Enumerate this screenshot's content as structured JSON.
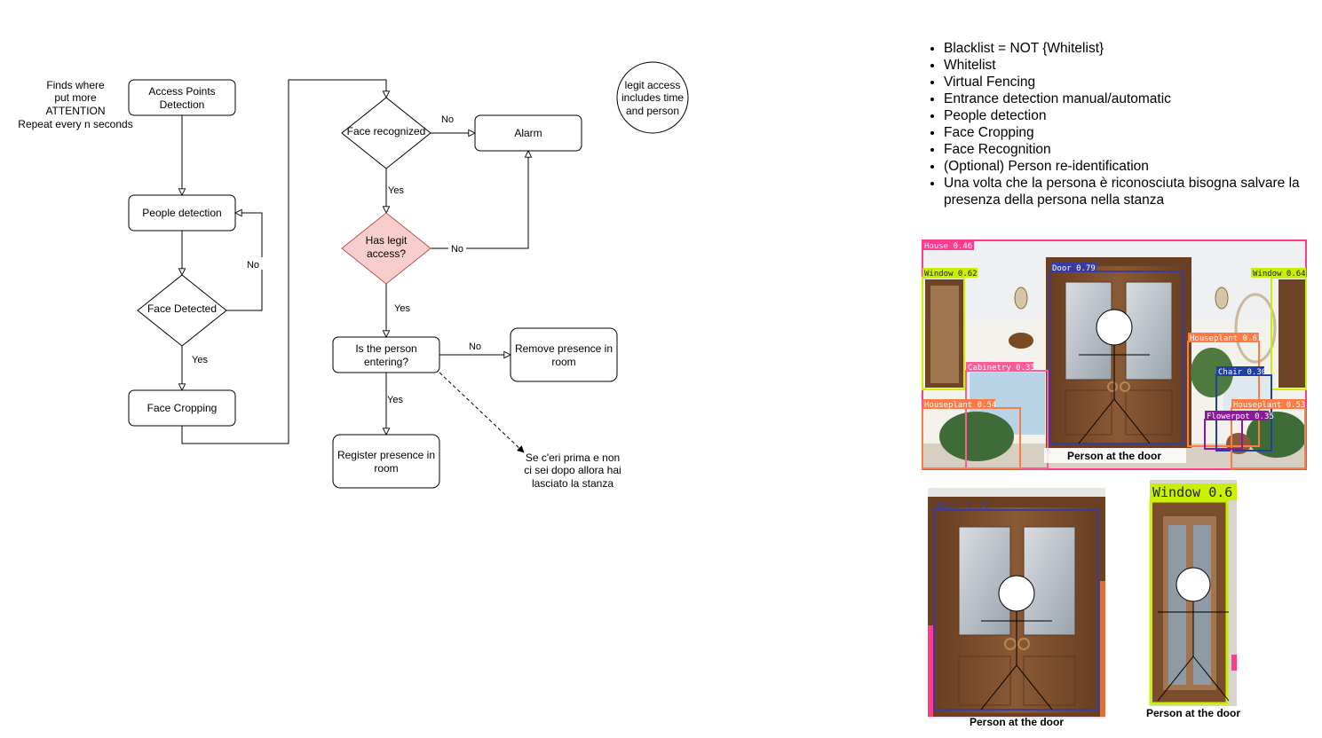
{
  "flowchart": {
    "note_top_left": [
      "Finds where",
      "put more",
      "ATTENTION",
      "Repeat every n seconds"
    ],
    "access_points": [
      "Access Points",
      "Detection"
    ],
    "people_detection": "People detection",
    "face_detected": "Face Detected",
    "face_cropping": "Face Cropping",
    "face_recognized": "Face recognized",
    "alarm": "Alarm",
    "has_legit_access": [
      "Has legit",
      "access?"
    ],
    "is_entering": [
      "Is the person",
      "entering?"
    ],
    "remove_presence": [
      "Remove presence in",
      "room"
    ],
    "register_presence": [
      "Register presence in",
      "room"
    ],
    "dashed_note": [
      "Se c'eri prima e non",
      "ci sei dopo allora hai",
      "lasciato la stanza"
    ],
    "legit_circle": [
      "legit access",
      "includes time",
      "and person"
    ],
    "label_yes": "Yes",
    "label_no": "No",
    "colors": {
      "decision_fill": "#f8cecc",
      "decision_stroke": "#b85450"
    }
  },
  "bullets": [
    "Blacklist = NOT {Whitelist}",
    "Whitelist",
    "Virtual Fencing",
    "Entrance detection manual/automatic",
    "People detection",
    "Face Cropping",
    "Face Recognition",
    "(Optional) Person re-identification",
    "Una volta che la persona è riconosciuta bisogna salvare la presenza della persona nella stanza"
  ],
  "images": {
    "main_caption": "Person at the door",
    "crop1_caption": "Person at the door",
    "crop2_caption": "Person at the door",
    "detections": {
      "house": "House 0.46",
      "window_left": "Window 0.62",
      "door": "Door 0.79",
      "window_right": "Window 0.64",
      "houseplant_right_top": "Houseplant 0.61",
      "chair": "Chair 0.30",
      "cabinetry": "Cabinetry 0.33",
      "houseplant_left": "Houseplant 0.54",
      "houseplant_right": "Houseplant 0.53",
      "flowerpot": "Flowerpot 0.35",
      "crop1_door": "Door 0.79",
      "crop2_window": "Window 0.6"
    },
    "colors": {
      "house": "#ff3b8d",
      "window": "#c8f000",
      "door": "#3b3b9e",
      "houseplant": "#ff7a45",
      "chair": "#2040a0",
      "cabinetry": "#ff5a9a",
      "flowerpot": "#8a1a9a",
      "wood": "#7a4e2d"
    }
  }
}
